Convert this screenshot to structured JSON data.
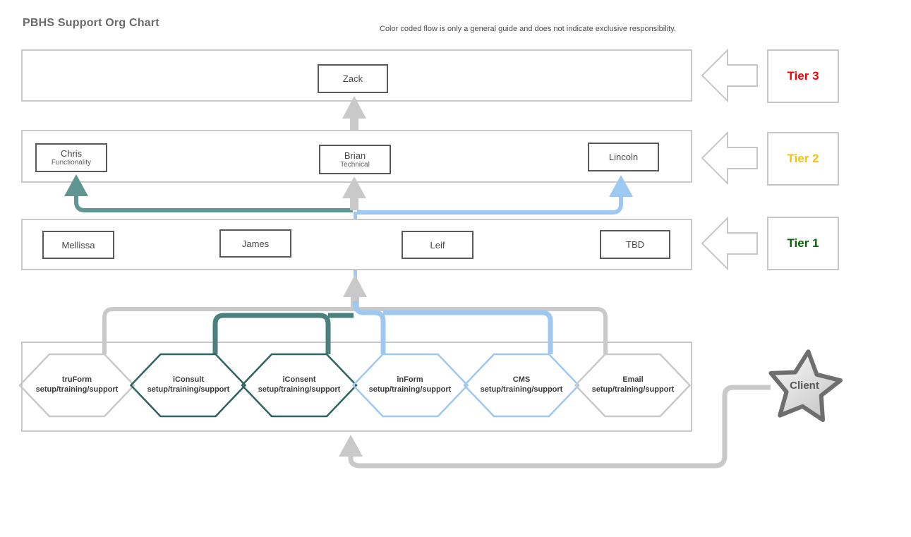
{
  "title": "PBHS Support Org Chart",
  "note": "Color coded flow is only a general guide and does not indicate exclusive responsibility.",
  "tier_labels": [
    {
      "label": "Tier 3",
      "color": "#FF0000"
    },
    {
      "label": "Tier 2",
      "color": "#FFC000"
    },
    {
      "label": "Tier 1",
      "color": "#006600"
    }
  ],
  "tier3": {
    "members": [
      {
        "name": "Zack"
      }
    ]
  },
  "tier2": {
    "members": [
      {
        "name": "Chris",
        "role": "Functionality"
      },
      {
        "name": "Brian",
        "role": "Technical"
      },
      {
        "name": "Lincoln",
        "role": ""
      }
    ]
  },
  "tier1": {
    "members": [
      {
        "name": "Mellissa"
      },
      {
        "name": "James"
      },
      {
        "name": "Leif"
      },
      {
        "name": "TBD"
      }
    ]
  },
  "services": [
    {
      "name": "truForm",
      "detail": "setup/training/support",
      "flow": "gray"
    },
    {
      "name": "iConsult",
      "detail": "setup/training/support",
      "flow": "teal"
    },
    {
      "name": "iConsent",
      "detail": "setup/training/support",
      "flow": "teal"
    },
    {
      "name": "inForm",
      "detail": "setup/training/support",
      "flow": "blue"
    },
    {
      "name": "CMS",
      "detail": "setup/training/support",
      "flow": "blue"
    },
    {
      "name": "Email",
      "detail": "setup/training/support",
      "flow": "gray"
    }
  ],
  "client": {
    "label": "Client"
  },
  "colors": {
    "teal_flow": "#5F9694",
    "teal_dark": "#2E6361",
    "teal_bridge": "#4A807E",
    "blue_flow": "#9CC8F2",
    "gray_flow": "#C9C9C9",
    "box_border": "#595959",
    "container_border": "#C9C9C9",
    "title_text": "#6A6A6A",
    "tier3_text": "#FF0000",
    "tier2_text": "#FFC000",
    "tier1_text": "#006600"
  }
}
